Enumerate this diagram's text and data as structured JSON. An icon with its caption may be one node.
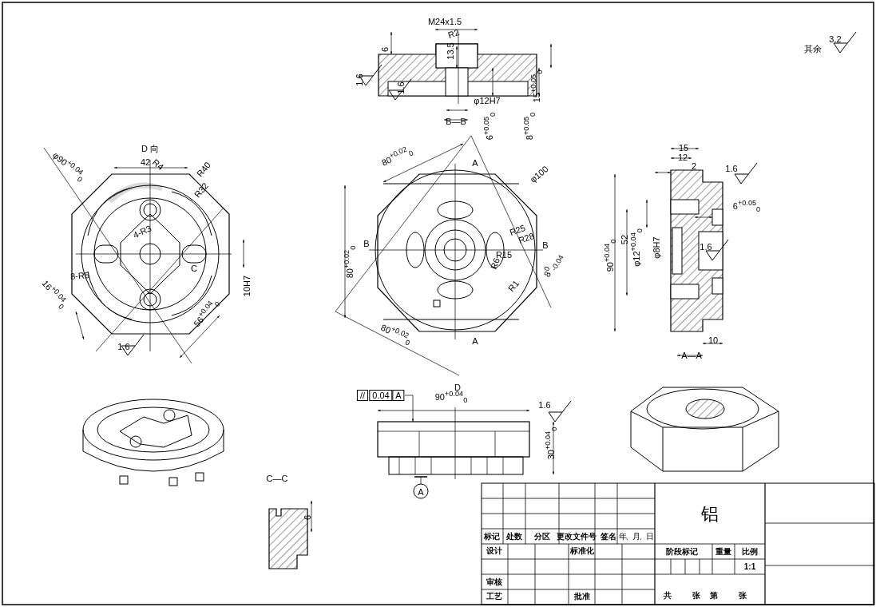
{
  "diagram": {
    "labels": [
      "M24x1.5",
      "R2",
      "6",
      "13.5",
      "1.6",
      "1.6",
      "φ12H7",
      "B—B",
      "6$^{+0.05}$$_{0}$",
      "8$^{+0.05}$$_{0}$",
      "15$^{+0.05}$$_{0}$",
      "其余",
      "3.2",
      "D 向",
      "φ90$^{+0.04}$$_{0}$",
      "42",
      "R4",
      "R40",
      "R32",
      "4-R3",
      "8-R5",
      "C",
      "16$^{+0.04}$$_{0}$",
      "10H7",
      "56$^{+0.04}$$_{0}$",
      "1.6",
      "80$^{+0.02}$$_{0}$",
      "A",
      "φ100",
      "B",
      "B",
      "R25",
      "R28",
      "R15",
      "R6",
      "8$^{0}$$_{-0.04}$",
      "R1",
      "80$^{+0.02}$$_{0}$",
      "80$^{+0.02}$$_{0}$",
      "A",
      "//",
      "0.04",
      "A",
      "D",
      "90$^{+0.04}$$_{0}$",
      "1.6",
      "30$^{+0.04}$$_{0}$",
      "A",
      "C—C",
      "6",
      "15",
      "12",
      "2",
      "1.6",
      "6$^{+0.05}$$_{0}$",
      "52",
      "φ12$^{+0.04}$$_{0}$",
      "φ8H7",
      "1.6",
      "90$^{+0.04}$$_{0}$",
      "10",
      "A—A",
      "铝",
      "标记",
      "处数",
      "分区",
      "更改文件号",
      "签名",
      "年、月、日",
      "设计",
      "标准化",
      "阶段标记",
      "重量",
      "比例",
      "审核",
      "1:1",
      "工艺",
      "批准",
      "共",
      "张",
      "第",
      "张"
    ]
  }
}
